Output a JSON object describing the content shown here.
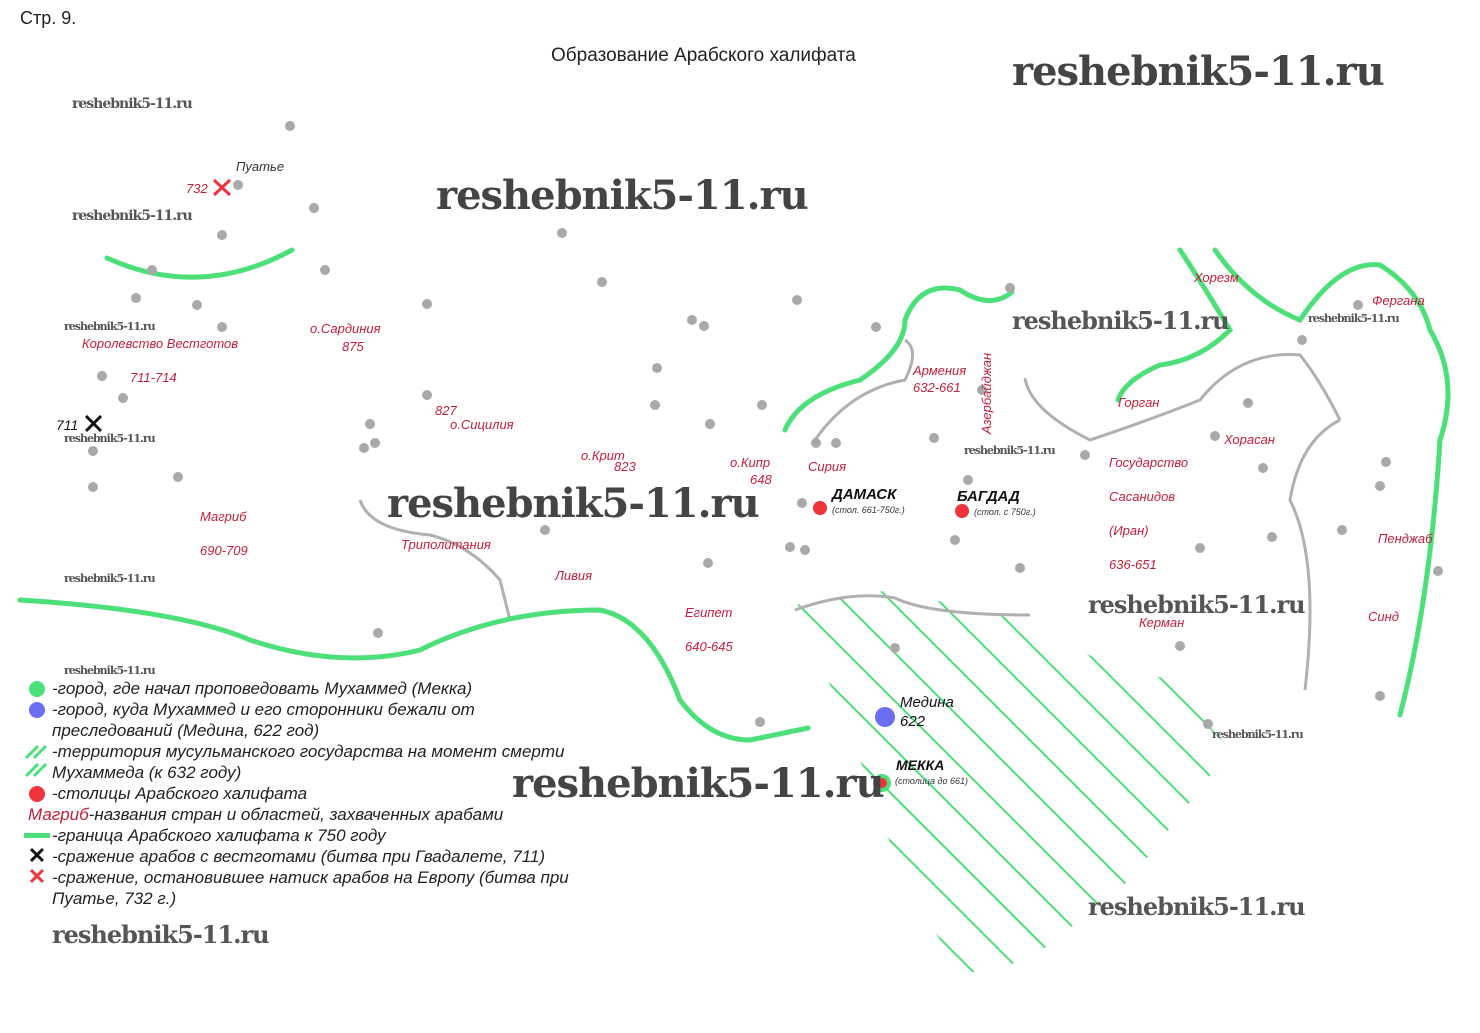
{
  "page_number": "Стр. 9.",
  "title": "Образование Арабского халифата",
  "watermark": "reshebnik5-11.ru",
  "colors": {
    "border": "#4de07a",
    "capital": "#f0343c",
    "medina": "#6b6ef0",
    "mecca": "#4de07a",
    "region_text": "#c0203c",
    "city": "#a9a9a9"
  },
  "regions": {
    "visigoths": "Королевство Вестготов",
    "visigoths_years": "711-714",
    "sardinia": "о.Сардиния",
    "sardinia_year": "875",
    "sicily_year": "827",
    "sicily": "о.Сицилия",
    "crete": "о.Крит",
    "crete_year": "823",
    "cyprus": "о.Кипр",
    "cyprus_year": "648",
    "syria": "Сирия",
    "armenia": "Армения",
    "armenia_years": "632-661",
    "azerbaijan": "Азербайджан",
    "gorgan": "Горган",
    "khorezm": "Хорезм",
    "fergana": "Фергана",
    "khorasan": "Хорасан",
    "sasanid_1": "Государство",
    "sasanid_2": "Сасанидов",
    "sasanid_3": "(Иран)",
    "sasanid_years": "636-651",
    "kerman": "Керман",
    "punjab": "Пенджаб",
    "sind": "Синд",
    "maghreb": "Магриб",
    "maghreb_years": "690-709",
    "tripolitania": "Триполитания",
    "libya": "Ливия",
    "egypt": "Египет",
    "egypt_years": "640-645"
  },
  "cities": {
    "poitiers": "Пуатье",
    "poitiers_year": "732",
    "guadalete_year": "711",
    "damascus": "ДАМАСК",
    "damascus_note": "(стол. 661-750г.)",
    "baghdad": "БАГДАД",
    "baghdad_note": "(стол. с 750г.)",
    "medina": "Медина",
    "medina_year": "622",
    "mecca": "МЕККА",
    "mecca_note": "(столица до 661)"
  },
  "legend": [
    {
      "symbol": "green-dot",
      "text": "-город, где начал проповедовать Мухаммед (Мекка)"
    },
    {
      "symbol": "blue-dot",
      "text": "-город, куда Мухаммед и его сторонники бежали от преследований (Медина, 622 год)"
    },
    {
      "symbol": "hatch",
      "text": "-территория мусульманского государства на момент смерти Мухаммеда (к 632 году)"
    },
    {
      "symbol": "red-dot",
      "text": "-столицы Арабского халифата"
    },
    {
      "symbol": "region-name",
      "sample": "Магриб",
      "text": "-названия стран и областей, захваченных арабами"
    },
    {
      "symbol": "green-line",
      "text": "-граница Арабского халифата к 750 году"
    },
    {
      "symbol": "black-cross",
      "text": "-сражение арабов с вестготами (битва при Гвадалете, 711)"
    },
    {
      "symbol": "red-cross",
      "text": "-сражение, остановившее натиск арабов на Европу (битва при Пуатье, 732 г.)"
    }
  ]
}
